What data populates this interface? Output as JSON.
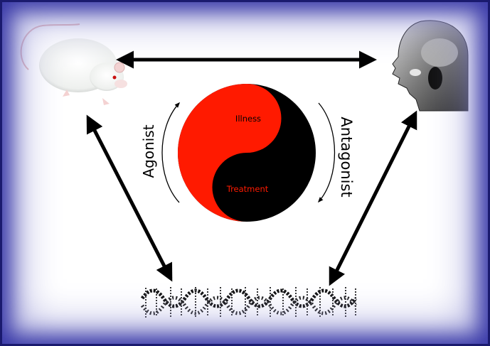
{
  "yin_yang": {
    "illness_label": "Illness",
    "treatment_label": "Treatment",
    "colors": {
      "red": "#ff1a00",
      "black": "#000000"
    }
  },
  "arc_labels": {
    "left": "Agonist",
    "right": "Antagonist"
  },
  "nodes": {
    "rat": "rat-image",
    "human": "mri-head-image",
    "dna": "dna-helix-image"
  },
  "frame_colors": {
    "border": "#1a1a6e",
    "glow": "#3a3aa8",
    "background": "#ffffff"
  }
}
